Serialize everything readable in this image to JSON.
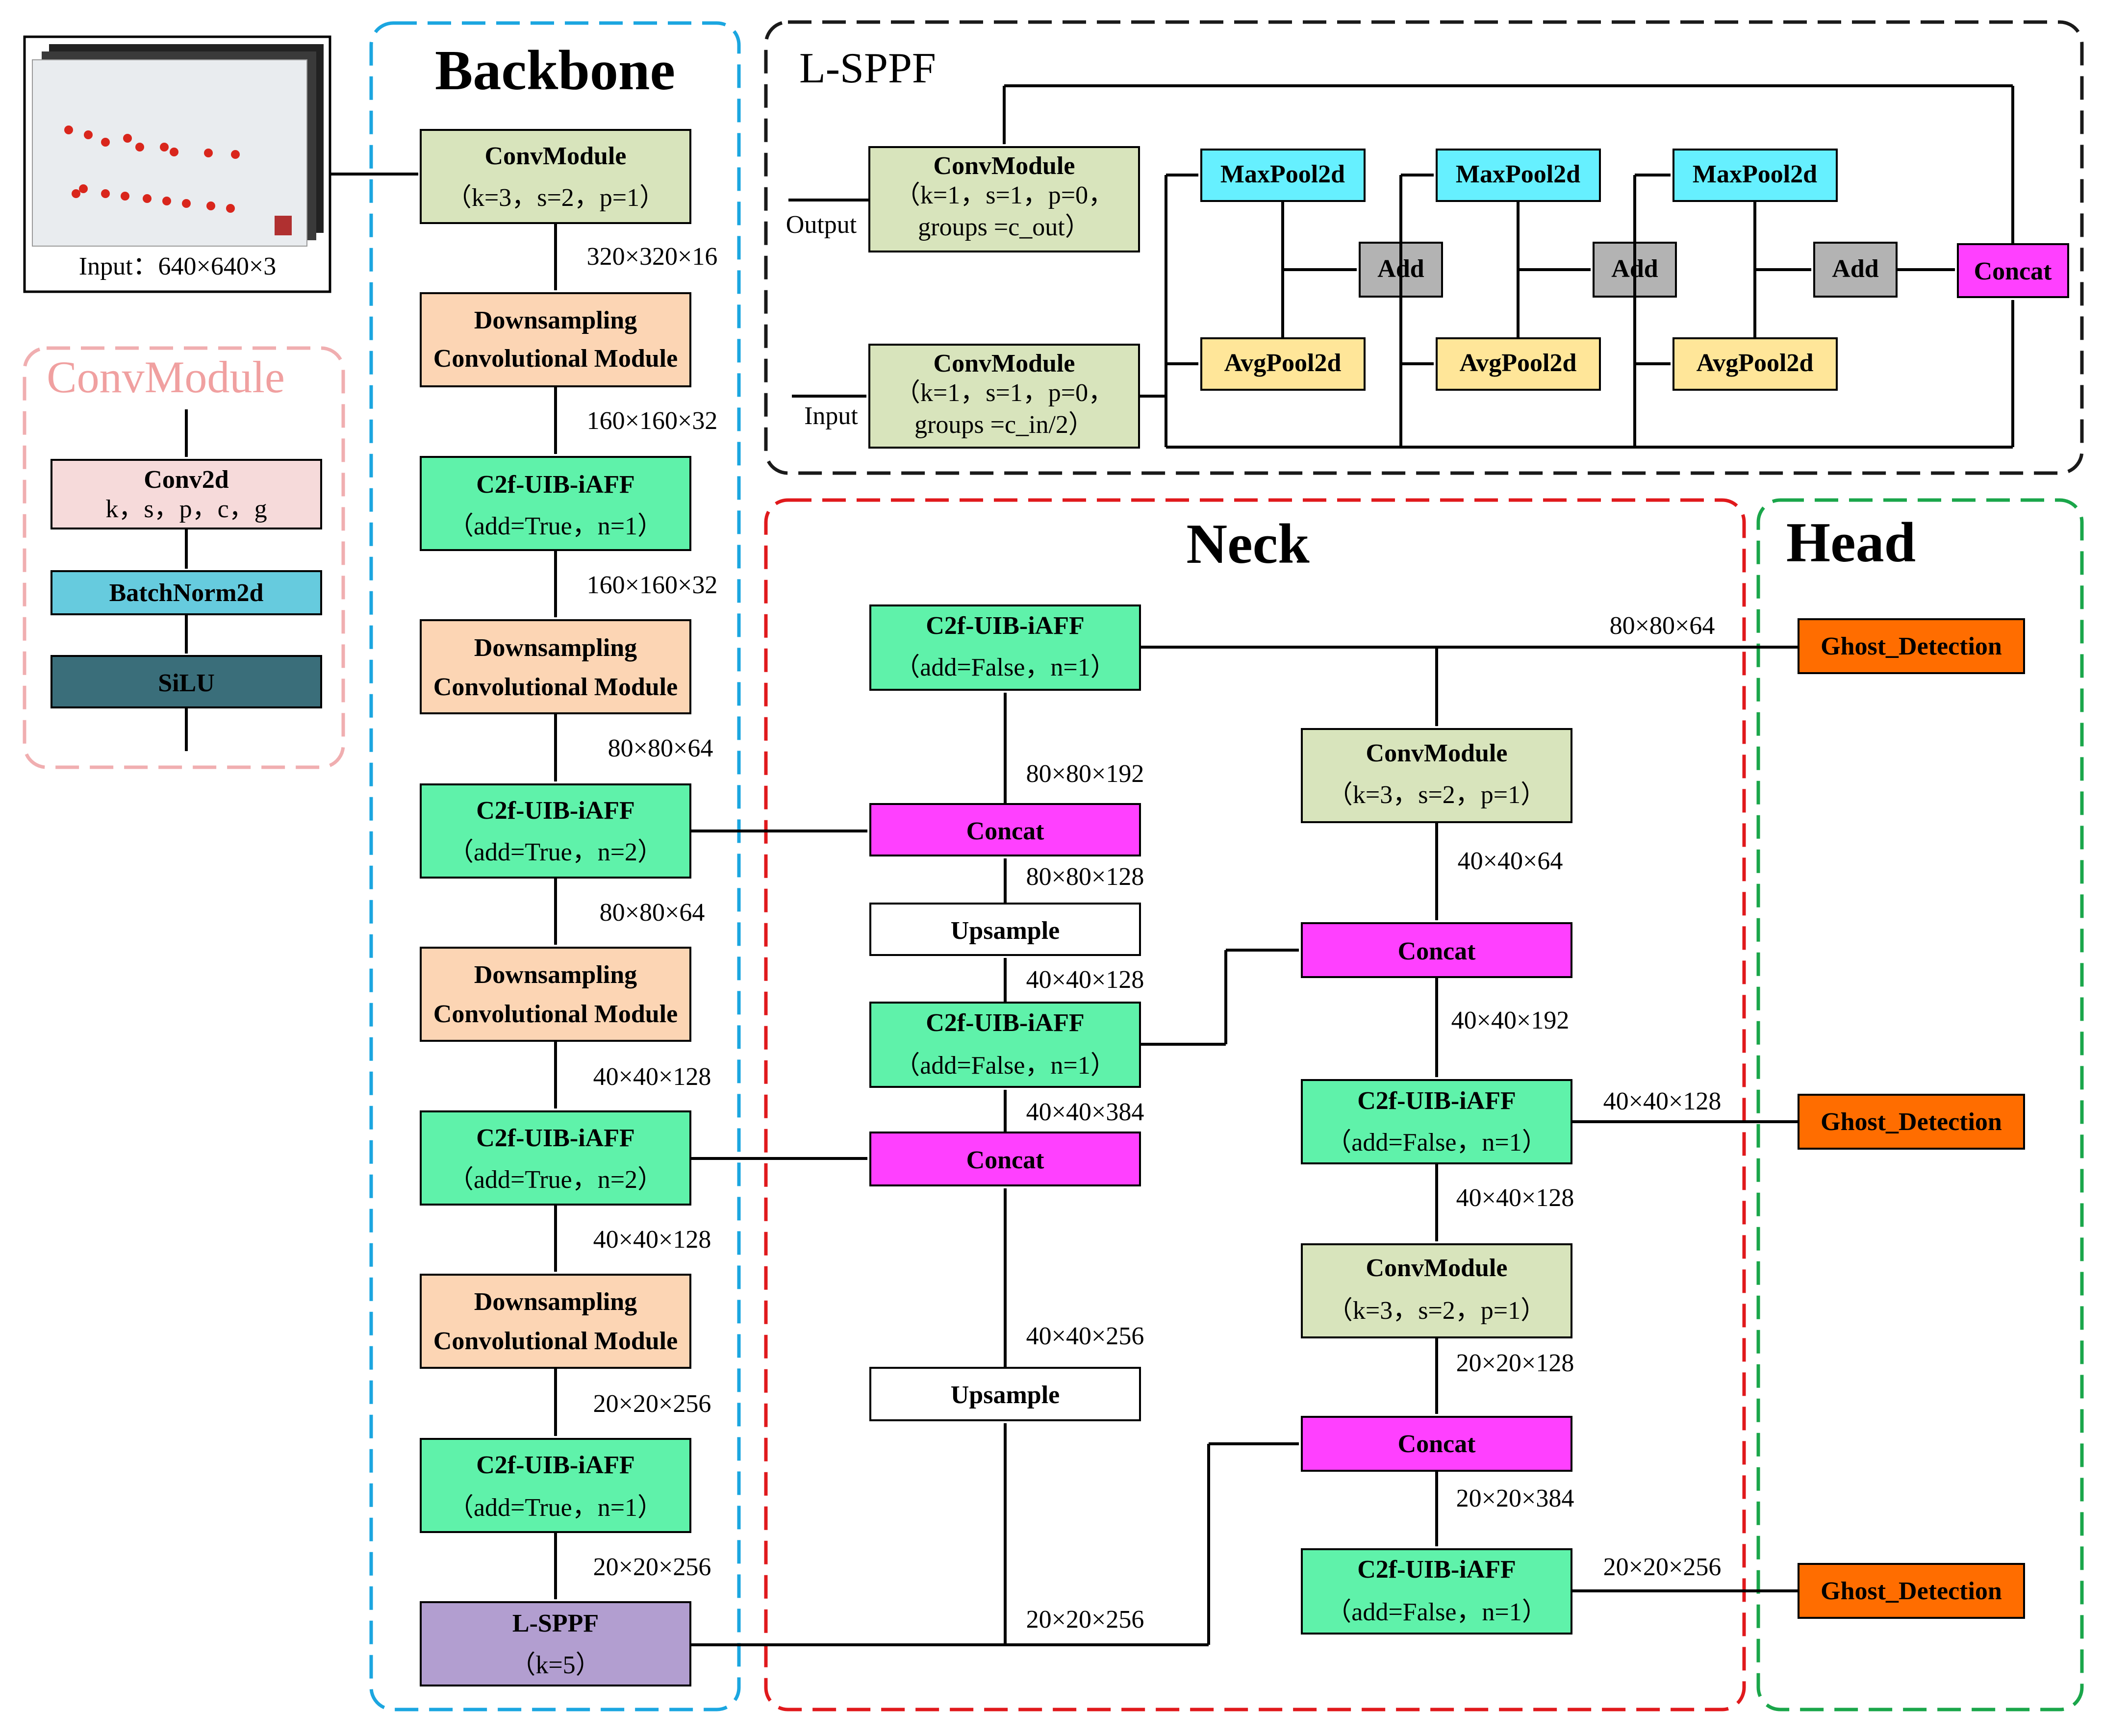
{
  "input": {
    "label": "Input：640×640×3"
  },
  "sections": {
    "backbone": "Backbone",
    "neck": "Neck",
    "head": "Head",
    "lsppf": "L-SPPF",
    "convmodule": "ConvModule"
  },
  "colors": {
    "backbone_border": "#1ba6e0",
    "neck_border": "#e0191c",
    "head_border": "#1aa64a",
    "lsppf_border": "#1a1a1a",
    "convmodule_border": "#f0aeb0",
    "conv_green": "#d8e4bc",
    "downsample_peach": "#fcd5b4",
    "c2f_green": "#5ff2aa",
    "lsppf_purple": "#b29ed0",
    "concat_magenta": "#ff40ff",
    "maxpool_cyan": "#66f0ff",
    "avgpool_yellow": "#ffe699",
    "add_gray": "#b3b3b3",
    "ghost_orange": "#ff6d00",
    "conv2d_pink": "#f6dada",
    "batchnorm_blue": "#66cbde",
    "silu_teal": "#3a6e7a"
  },
  "convmodule_legend": {
    "conv2d": "Conv2d",
    "conv2d_params": "k，s，p，c，g",
    "batchnorm": "BatchNorm2d",
    "silu": "SiLU"
  },
  "backbone": {
    "b1": {
      "l1": "ConvModule",
      "l2": "（k=3，s=2，p=1）"
    },
    "b2": {
      "l1": "Downsampling",
      "l2": "Convolutional Module"
    },
    "b3": {
      "l1": "C2f-UIB-iAFF",
      "l2": "（add=True，n=1）"
    },
    "b4": {
      "l1": "Downsampling",
      "l2": "Convolutional Module"
    },
    "b5": {
      "l1": "C2f-UIB-iAFF",
      "l2": "（add=True，n=2）"
    },
    "b6": {
      "l1": "Downsampling",
      "l2": "Convolutional Module"
    },
    "b7": {
      "l1": "C2f-UIB-iAFF",
      "l2": "（add=True，n=2）"
    },
    "b8": {
      "l1": "Downsampling",
      "l2": "Convolutional Module"
    },
    "b9": {
      "l1": "C2f-UIB-iAFF",
      "l2": "（add=True，n=1）"
    },
    "b10": {
      "l1": "L-SPPF",
      "l2": "（k=5）"
    },
    "dims": [
      "320×320×16",
      "160×160×32",
      "160×160×32",
      "80×80×64",
      "80×80×64",
      "40×40×128",
      "40×40×128",
      "20×20×256",
      "20×20×256"
    ]
  },
  "lsppf": {
    "conv_top": {
      "l1": "ConvModule",
      "l2": "（k=1，s=1，p=0，",
      "l3": "groups =c_out）"
    },
    "conv_bot": {
      "l1": "ConvModule",
      "l2": "（k=1，s=1，p=0，",
      "l3": "groups =c_in/2）"
    },
    "output": "Output",
    "input": "Input",
    "maxpool": "MaxPool2d",
    "avgpool": "AvgPool2d",
    "add": "Add",
    "concat": "Concat"
  },
  "neck": {
    "n1": {
      "l1": "C2f-UIB-iAFF",
      "l2": "（add=False，n=1）"
    },
    "n2": "Concat",
    "n3": "Upsample",
    "n4": {
      "l1": "C2f-UIB-iAFF",
      "l2": "（add=False，n=1）"
    },
    "n5": "Concat",
    "n6": "Upsample",
    "r1": {
      "l1": "ConvModule",
      "l2": "（k=3，s=2，p=1）"
    },
    "r2": "Concat",
    "r3": {
      "l1": "C2f-UIB-iAFF",
      "l2": "（add=False，n=1）"
    },
    "r4": {
      "l1": "ConvModule",
      "l2": "（k=3，s=2，p=1）"
    },
    "r5": "Concat",
    "r6": {
      "l1": "C2f-UIB-iAFF",
      "l2": "（add=False，n=1）"
    },
    "dims": {
      "d_80_192": "80×80×192",
      "d_80_128": "80×80×128",
      "d_40_128a": "40×40×128",
      "d_40_384": "40×40×384",
      "d_40_256": "40×40×256",
      "d_20_256": "20×20×256",
      "d_40_64": "40×40×64",
      "d_40_192": "40×40×192",
      "d_40_128b": "40×40×128",
      "d_20_128": "20×20×128",
      "d_20_384": "20×20×384"
    }
  },
  "head": {
    "ghost": "Ghost_Detection",
    "dim1": "80×80×64",
    "dim2": "40×40×128",
    "dim3": "20×20×256"
  }
}
